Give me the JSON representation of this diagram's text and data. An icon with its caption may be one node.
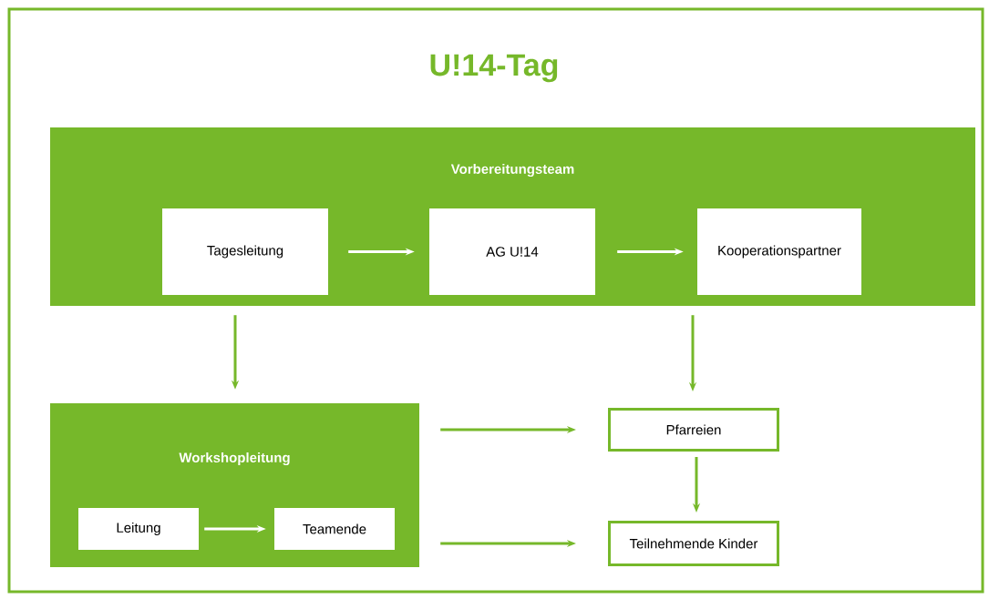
{
  "diagram": {
    "title": "U!14-Tag",
    "nodes": [
      {
        "text": [
          "Vorbereitungsteam"
        ]
      },
      {
        "text": [
          "Tagesleitung"
        ],
        "in": 0
      },
      {
        "text": [
          "AG U!14"
        ],
        "in": 0
      },
      {
        "text": [
          "Kooperationspartner"
        ],
        "in": 0
      },
      {
        "text": [
          "Workshopleitung"
        ]
      },
      {
        "text": [
          "Leitung"
        ],
        "in": 4
      },
      {
        "text": [
          "Teamende"
        ],
        "in": 4
      },
      {
        "text": [
          "Pfarreien"
        ]
      },
      {
        "text": [
          "Teilnehmende Kinder"
        ]
      }
    ],
    "edges": [
      {
        "from": 1,
        "to": 2,
        "arrow": "to",
        "color": "#ffffff"
      },
      {
        "from": 2,
        "to": 3,
        "arrow": "to",
        "color": "#ffffff"
      },
      {
        "from": 0,
        "to": 4,
        "arrow": "to"
      },
      {
        "from": 0,
        "to": 7,
        "arrow": "to"
      },
      {
        "from": 5,
        "to": 6,
        "arrow": "to",
        "color": "#ffffff"
      },
      {
        "from": 4,
        "to": 7,
        "arrow": "to"
      },
      {
        "from": 4,
        "to": 8,
        "arrow": "to"
      },
      {
        "from": 7,
        "to": 8,
        "arrow": "to"
      }
    ]
  }
}
